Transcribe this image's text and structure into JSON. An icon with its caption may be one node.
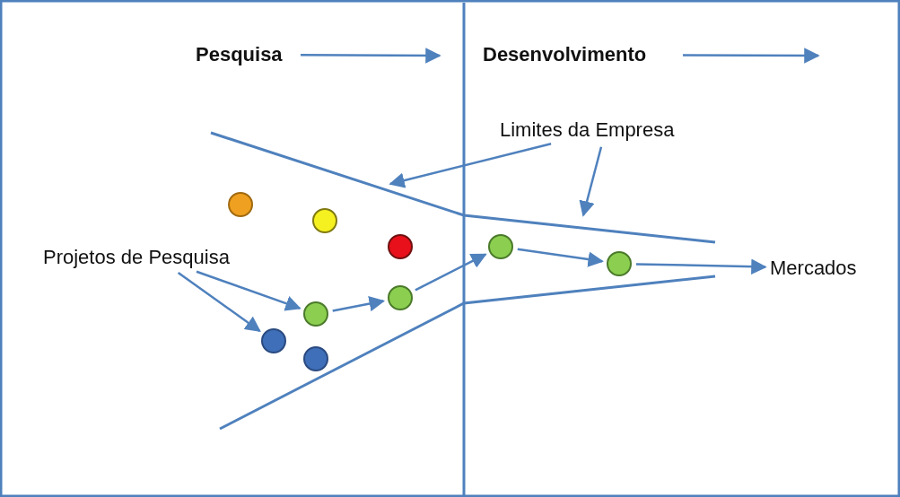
{
  "diagram": {
    "nodes": [
      {
        "text": [
          "Pesquisa"
        ]
      },
      {
        "text": [
          "Desenvolvimento"
        ]
      },
      {
        "text": [
          "Limites da Empresa"
        ]
      },
      {
        "text": [
          "Projetos de Pesquisa"
        ]
      },
      {
        "text": [
          "Mercados"
        ]
      },
      {
        "text": [],
        "shape": "circle"
      },
      {
        "text": [],
        "shape": "circle"
      },
      {
        "text": [],
        "shape": "circle"
      },
      {
        "text": [],
        "shape": "circle"
      },
      {
        "text": [],
        "shape": "circle"
      },
      {
        "text": [],
        "shape": "circle"
      },
      {
        "text": [],
        "shape": "circle"
      },
      {
        "text": [],
        "shape": "circle"
      },
      {
        "text": [],
        "shape": "circle"
      }
    ],
    "edges": [
      {
        "from": 0,
        "to": null,
        "arrow": "to"
      },
      {
        "from": 1,
        "to": null,
        "arrow": "to"
      },
      {
        "from": 2,
        "to": null,
        "arrow": "to"
      },
      {
        "from": 2,
        "to": null,
        "arrow": "to"
      },
      {
        "from": 3,
        "to": 8,
        "arrow": "to"
      },
      {
        "from": 3,
        "to": 12,
        "arrow": "to"
      },
      {
        "from": 8,
        "to": 9,
        "arrow": "to"
      },
      {
        "from": 9,
        "to": 10,
        "arrow": "to"
      },
      {
        "from": 10,
        "to": 11,
        "arrow": "to"
      },
      {
        "from": 11,
        "to": 4,
        "arrow": "to"
      }
    ]
  }
}
